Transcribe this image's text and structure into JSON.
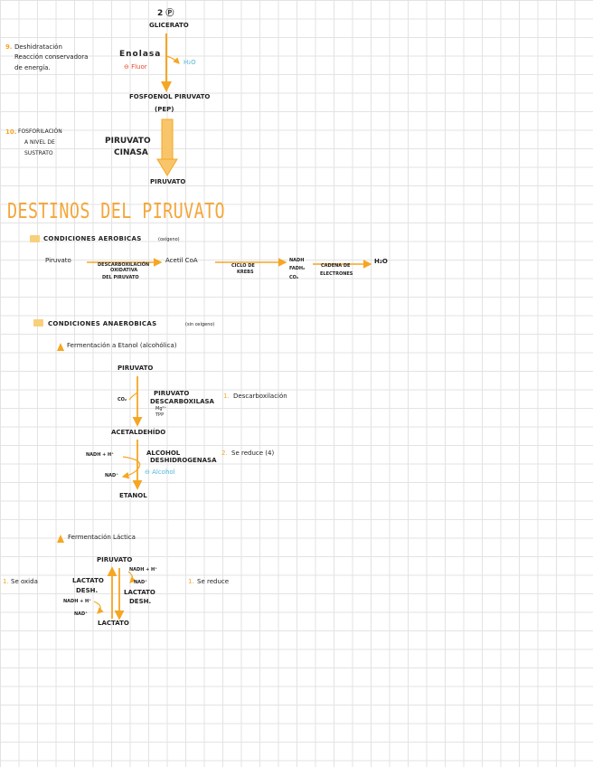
{
  "glycolysis_tail": {
    "two_phospho_glycerate_line1": "2 Ⓟ",
    "two_phospho_glycerate_line2": "GLICERATO",
    "step9_num": "9.",
    "step9_text_line1": "Deshidratación",
    "step9_text_line2": "Reacción conservadora",
    "step9_text_line3": "de energía.",
    "enzyme_enolasa": "Enolasa",
    "inhibitor_fluor": "⊖ Fluor",
    "water_out": "H₂O",
    "pep_line1": "FOSFOENOL PIRUVATO",
    "pep_line2": "(PEP)",
    "step10_num": "10.",
    "step10_text_line1": "FOSFORILACIÓN",
    "step10_text_line2": "A NIVEL DE",
    "step10_text_line3": "SUSTRATO",
    "enzyme_pk_line1": "PIRUVATO",
    "enzyme_pk_line2": "CINASA",
    "product_piruvato": "PIRUVATO"
  },
  "section_title": "DESTINOS DEL PIRUVATO",
  "aerobic": {
    "heading": "CONDICIONES AEROBICAS",
    "heading_note": "(oxígeno)",
    "start": "Piruvato",
    "step1_line1": "DESCARBOXILACIÓN",
    "step1_line2": "OXIDATIVA",
    "step1_line3": "DEL PIRUVATO",
    "acetyl": "Acetil CoA",
    "krebs_line1": "CICLO DE",
    "krebs_line2": "KREBS",
    "products_line1": "NADH",
    "products_line2": "FADH₂",
    "products_line3": "CO₂",
    "etc_line1": "CADENA DE",
    "etc_line2": "ELECTRONES",
    "final": "H₂O"
  },
  "anaerobic": {
    "heading": "CONDICIONES ANAEROBICAS",
    "heading_note": "(sin oxígeno)",
    "alcoholic": {
      "heading": "Fermentación a Etanol (alcohólica)",
      "start": "PIRUVATO",
      "co2": "CO₂",
      "enzyme1_line1": "PIRUVATO",
      "enzyme1_line2": "DESCARBOXILASA",
      "cofactor1": "Mg²⁺",
      "cofactor2": "TPP",
      "note1_num": "1.",
      "note1_text": "Descarboxilación",
      "intermediate": "ACETALDEHÍDO",
      "nadh_in": "NADH + H⁺",
      "nad_out": "NAD⁺",
      "enzyme2_line1": "ALCOHOL",
      "enzyme2_line2": "DESHIDROGENASA",
      "inhibitor_alcohol": "⊖ Alcohol",
      "note2_num": "2.",
      "note2_text": "Se reduce (4)",
      "product": "ETANOL"
    },
    "lactic": {
      "heading": "Fermentación Láctica",
      "start": "PIRUVATO",
      "left_note_num": "1.",
      "left_note_text": "Se oxida",
      "left_enzyme_line1": "LACTATO",
      "left_enzyme_line2": "DESH.",
      "left_nadh": "NADH + H⁺",
      "left_nad": "NAD⁺",
      "right_nadh": "NADH + H⁺",
      "right_nad": "NAD⁺",
      "right_enzyme_line1": "LACTATO",
      "right_enzyme_line2": "DESH.",
      "right_note_num": "1.",
      "right_note_text": "Se reduce",
      "product": "LACTATO"
    }
  },
  "colors": {
    "accent_orange": "#f5a623",
    "inhibitor_red": "#e8492b",
    "water_blue": "#4fb8dc",
    "marker_yellow": "#f8d07a",
    "grid": "#e3e3e3"
  }
}
